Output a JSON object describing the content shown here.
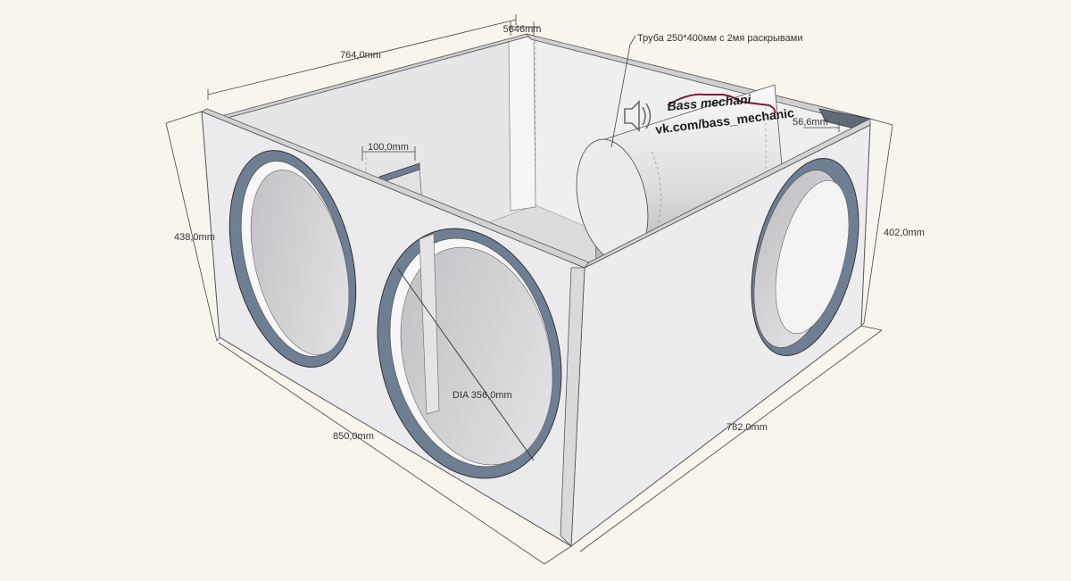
{
  "dimensions": {
    "top_width": "764,0mm",
    "top_thickness": "5646mm",
    "tube_label": "Труба 250*400мм с 2мя раскрывами",
    "port_width": "56,6mm",
    "divider_width": "100,0mm",
    "left_height": "438,0mm",
    "right_height": "402,0mm",
    "diameter": "DIA 356,0mm",
    "bottom_width": "850,0mm",
    "depth": "782,0mm"
  },
  "logo": {
    "brand": "Bass mechani",
    "url": "vk.com/bass_mechanic"
  },
  "colors": {
    "background": "#f8f5ec",
    "panel": "#e9e9ec",
    "ring": "#6f7f93",
    "accent": "#7a1f3d"
  }
}
